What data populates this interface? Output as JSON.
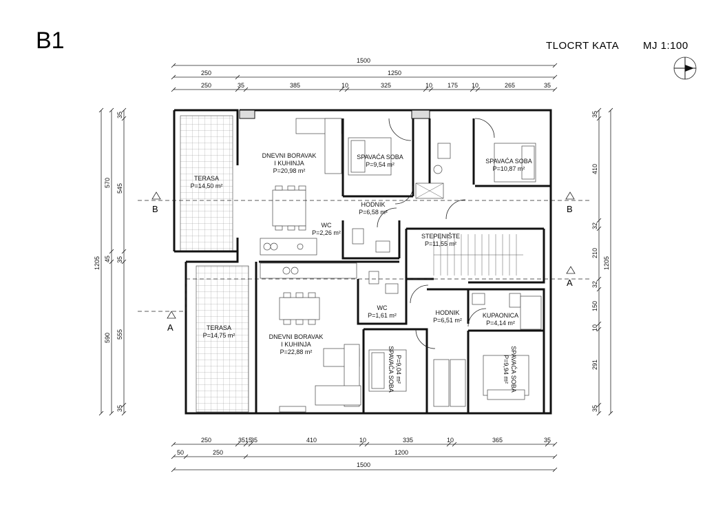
{
  "sheet": {
    "building_label": "B1",
    "drawing_title": "TLOCRT KATA",
    "scale": "MJ 1:100"
  },
  "dimensions": {
    "top_total": "1500",
    "top_row2": [
      "250",
      "1250"
    ],
    "top_row3": [
      "250",
      "35",
      "385",
      "10",
      "325",
      "10",
      "175",
      "10",
      "265",
      "35"
    ],
    "bottom_row1": [
      "250",
      "35",
      "15",
      "35",
      "410",
      "10",
      "335",
      "10",
      "365",
      "35"
    ],
    "bottom_row2": [
      "50",
      "250",
      "1200"
    ],
    "bottom_total": "1500",
    "left_outer": "1205",
    "left_inner": [
      "570",
      "45",
      "590"
    ],
    "left_detail": [
      "35",
      "545",
      "35",
      "555",
      "35"
    ],
    "right_outer": "1205",
    "right_detail": [
      "35",
      "410",
      "32",
      "210",
      "32",
      "150",
      "10",
      "291",
      "35"
    ]
  },
  "rooms": {
    "terasa_upper": {
      "name": "TERASA",
      "area": "P=14,50 m²"
    },
    "living_upper": {
      "name1": "DNEVNI BORAVAK",
      "name2": "I KUHINJA",
      "area": "P=20,98 m²"
    },
    "bed1": {
      "name": "SPAVAĆA SOBA",
      "area": "P=9,54 m²"
    },
    "bed2": {
      "name": "SPAVAĆA SOBA",
      "area": "P=10,87 m²"
    },
    "hall_upper": {
      "name": "HODNIK",
      "area": "P=6,58 m²"
    },
    "wc_upper": {
      "name": "WC",
      "area": "P=2,26 m²"
    },
    "stairs": {
      "name": "STEPENIŠTE",
      "area": "P=11,55 m²"
    },
    "terasa_lower": {
      "name": "TERASA",
      "area": "P=14,75 m²"
    },
    "living_lower": {
      "name1": "DNEVNI BORAVAK",
      "name2": "I KUHINJA",
      "area": "P=22,88 m²"
    },
    "wc_lower": {
      "name": "WC",
      "area": "P=1,61 m²"
    },
    "hall_lower": {
      "name": "HODNIK",
      "area": "P=6,51 m²"
    },
    "bath": {
      "name": "KUPAONICA",
      "area": "P=4,14 m²"
    },
    "bed3": {
      "name": "SPAVAĆA SOBA",
      "area": "P=9,04 m²"
    },
    "bed4": {
      "name": "SPAVAĆA SOBA",
      "area": "P=9,94 m²"
    }
  },
  "sections": {
    "b_left": "B",
    "b_right": "B",
    "a_left": "A",
    "a_right": "A"
  }
}
